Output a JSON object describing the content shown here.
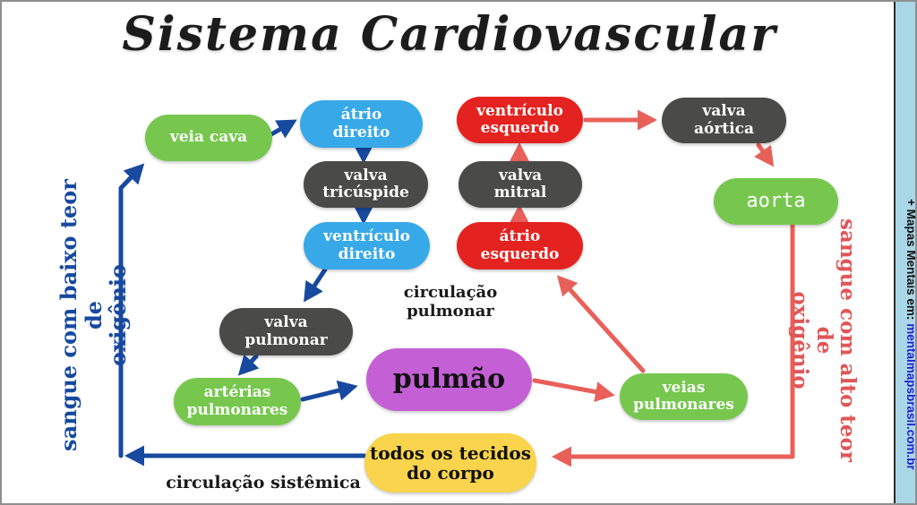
{
  "title": "Sistema Cardiovascular",
  "nodes": {
    "veia_cava": {
      "label": "veia cava"
    },
    "atrio_direito": {
      "label": "átrio\ndireito"
    },
    "valva_tricuspide": {
      "label": "valva\ntricúspide"
    },
    "ventriculo_direito": {
      "label": "ventrículo\ndireito"
    },
    "ventriculo_esquerdo": {
      "label": "ventrículo\nesquerdo"
    },
    "valva_mitral": {
      "label": "valva\nmitral"
    },
    "atrio_esquerdo": {
      "label": "átrio\nesquerdo"
    },
    "valva_aortica": {
      "label": "valva\naórtica"
    },
    "aorta": {
      "label": "aorta"
    },
    "valva_pulmonar": {
      "label": "valva\npulmonar"
    },
    "arterias_pulmonares": {
      "label": "artérias\npulmonares"
    },
    "pulmao": {
      "label": "pulmão"
    },
    "veias_pulmonares": {
      "label": "veias\npulmonares"
    },
    "tecidos": {
      "label": "todos os tecidos\ndo corpo"
    }
  },
  "labels": {
    "circulacao_pulmonar": "circulação\npulmonar",
    "circulacao_sistemica": "circulação sistêmica",
    "sangue_baixo": "sangue com baixo teor de\noxigênio",
    "sangue_alto": "sangue com alto teor de\noxigênio"
  },
  "sidebar": {
    "prefix": "+ Mapas Mentais em: ",
    "link": "mentalmapsbrasil.com.br"
  },
  "colors": {
    "node_green": "#77c74f",
    "node_blue": "#38a9e8",
    "node_dark": "#4a4a48",
    "node_red": "#e42320",
    "node_purple": "#c45fd6",
    "node_yellow": "#f9d44c",
    "arrow_deoxygenated": "#17499e",
    "arrow_oxygenated": "#e8605a",
    "sidebar_bg": "#a9d7e8",
    "sidebar_link": "#1f1fd8"
  }
}
